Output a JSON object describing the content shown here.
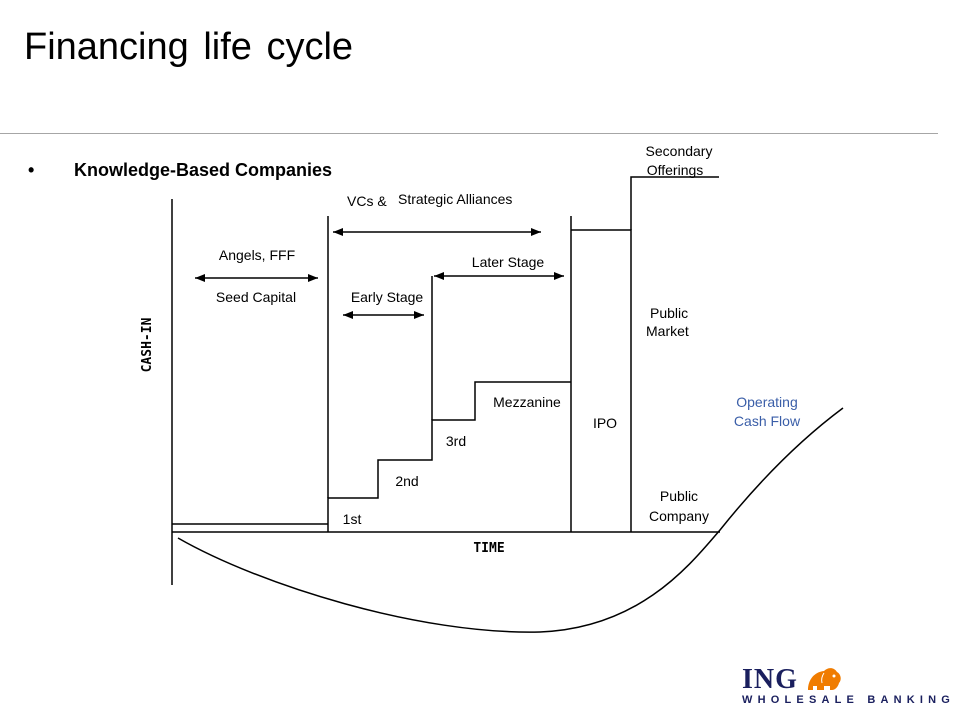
{
  "slide": {
    "title": "Financing life cycle",
    "bullet_symbol": "•",
    "bullet_text": "Knowledge-Based Companies"
  },
  "diagram": {
    "y_axis_label": "CASH-IN",
    "x_axis_label": "TIME",
    "labels": {
      "secondary_line1": "Secondary",
      "secondary_line2": "Offerings",
      "vcs": "VCs &",
      "strategic": "Strategic Alliances",
      "angels": "Angels, FFF",
      "later_stage": "Later Stage",
      "seed_capital": "Seed Capital",
      "early_stage": "Early Stage",
      "public_market_line1": "Public",
      "public_market_line2": "Market",
      "mezzanine": "Mezzanine",
      "ipo": "IPO",
      "third": "3rd",
      "second": "2nd",
      "first": "1st",
      "public_company_line1": "Public",
      "public_company_line2": "Company",
      "operating_line1": "Operating",
      "operating_line2": "Cash Flow"
    },
    "colors": {
      "line": "#000000",
      "operating_cash_flow_text": "#3a5ea8"
    }
  },
  "logo": {
    "brand": "ING",
    "subtitle": "WHOLESALE BANKING",
    "icon": "lion-icon",
    "brand_color": "#1a1f5e",
    "lion_color": "#f07c00"
  }
}
